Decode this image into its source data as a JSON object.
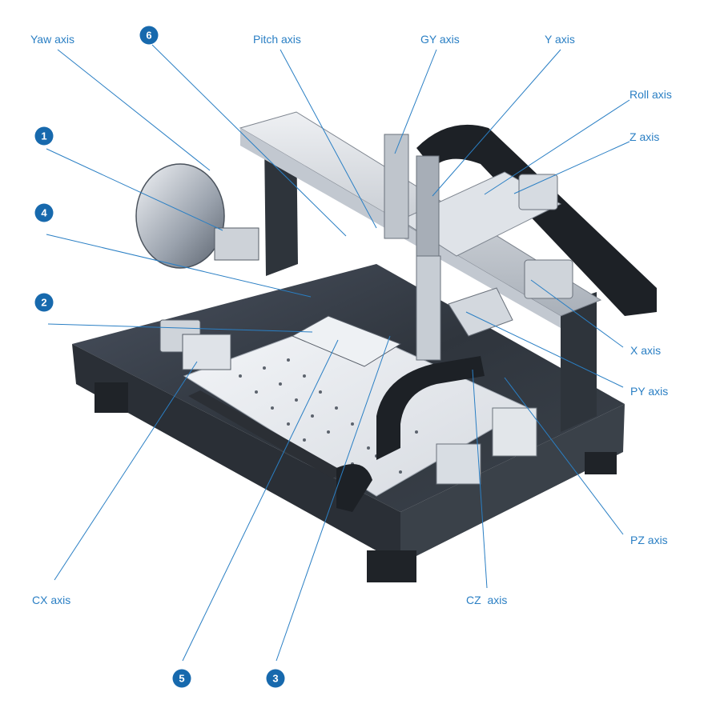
{
  "colors": {
    "accent": "#1a6fb3",
    "leader": "#2a7fc4",
    "label": "#2a7fc4",
    "badge_bg": "#1769ad",
    "badge_text": "#ffffff",
    "base_dark": "#3a4048",
    "plate": "#e4e7ec",
    "frame": "#c9ced6"
  },
  "labels": {
    "yaw": "Yaw axis",
    "pitch": "Pitch axis",
    "gy": "GY axis",
    "y": "Y axis",
    "roll": "Roll axis",
    "z": "Z axis",
    "x": "X axis",
    "py": "PY axis",
    "pz": "PZ axis",
    "cz": "CZ  axis",
    "cx": "CX axis"
  },
  "badges": {
    "b1": "1",
    "b2": "2",
    "b3": "3",
    "b4": "4",
    "b5": "5",
    "b6": "6"
  }
}
